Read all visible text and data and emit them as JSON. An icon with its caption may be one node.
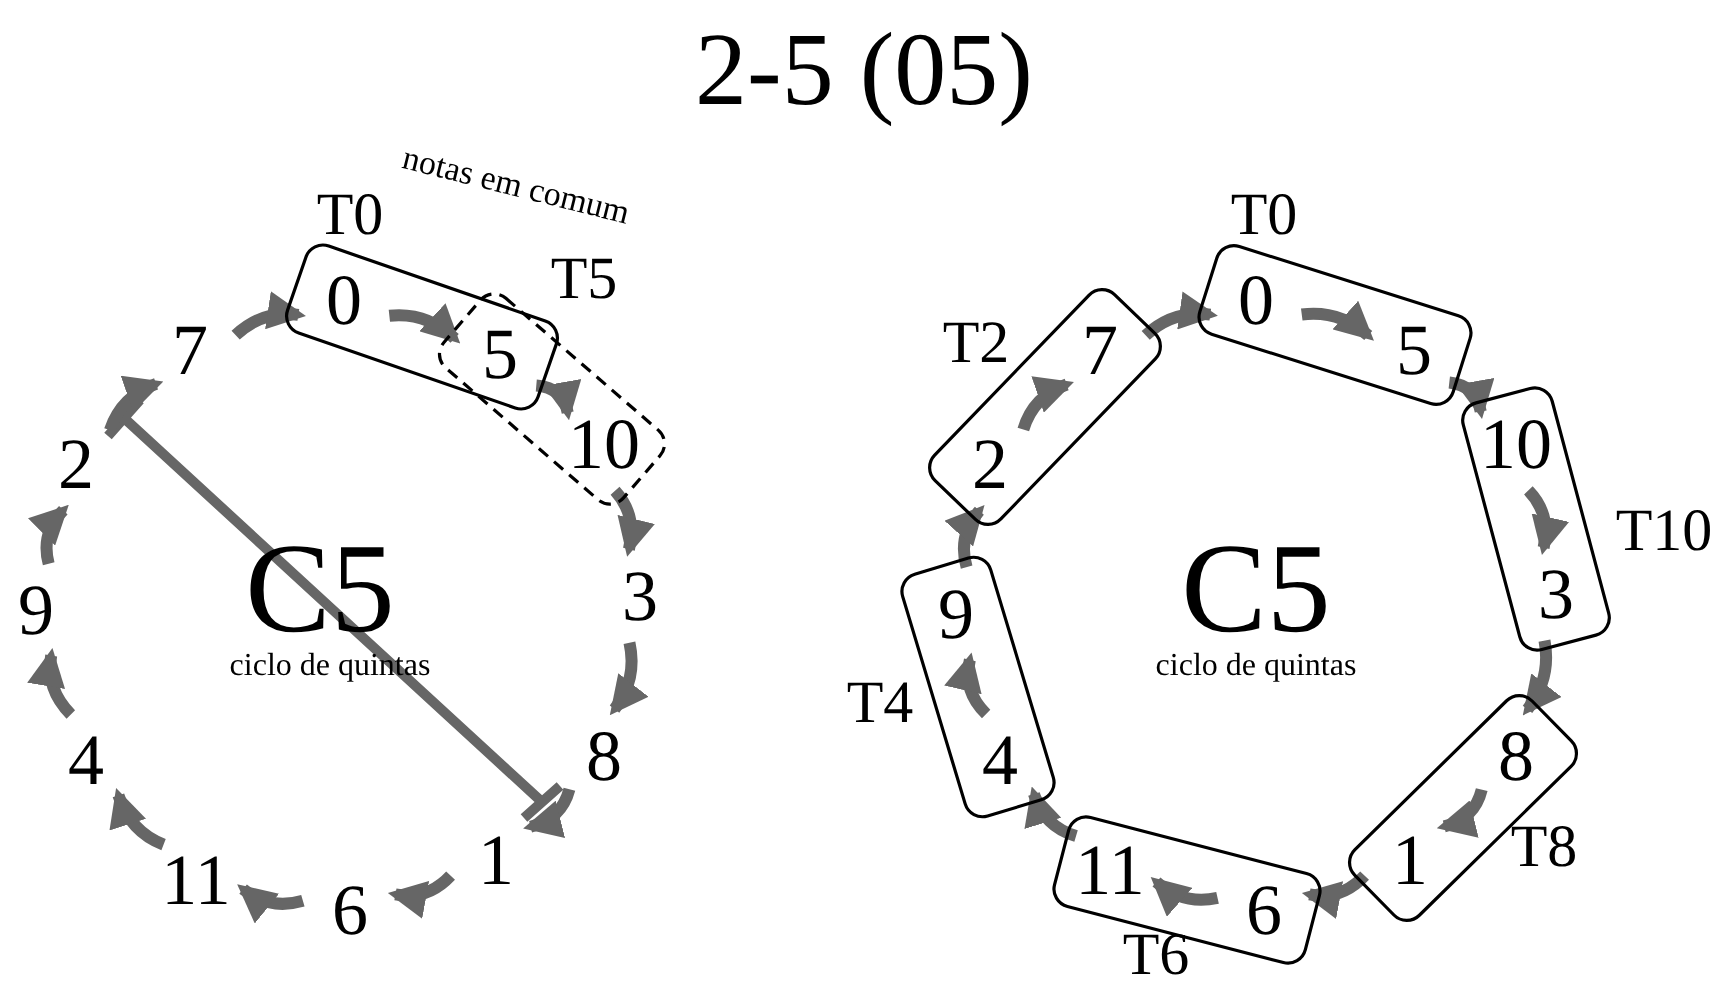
{
  "diagram": {
    "title": "2-5 (05)",
    "nodes": [
      {
        "text": [
          "T0"
        ]
      },
      {
        "text": [
          "T5"
        ]
      },
      {
        "text": [
          "0"
        ],
        "in": 0
      },
      {
        "text": [
          "5"
        ]
      },
      {
        "text": [
          "10"
        ],
        "in": 1
      },
      {
        "text": [
          "3"
        ]
      },
      {
        "text": [
          "8"
        ]
      },
      {
        "text": [
          "1"
        ]
      },
      {
        "text": [
          "6"
        ]
      },
      {
        "text": [
          "11"
        ]
      },
      {
        "text": [
          "4"
        ]
      },
      {
        "text": [
          "9"
        ]
      },
      {
        "text": [
          "2"
        ]
      },
      {
        "text": [
          "7"
        ]
      },
      {
        "text": [
          "T0"
        ]
      },
      {
        "text": [
          "T10"
        ]
      },
      {
        "text": [
          "T8"
        ]
      },
      {
        "text": [
          "T6"
        ]
      },
      {
        "text": [
          "T4"
        ]
      },
      {
        "text": [
          "T2"
        ]
      },
      {
        "text": [
          "0"
        ],
        "in": 14
      },
      {
        "text": [
          "5"
        ],
        "in": 14
      },
      {
        "text": [
          "10"
        ],
        "in": 15
      },
      {
        "text": [
          "3"
        ],
        "in": 15
      },
      {
        "text": [
          "8"
        ],
        "in": 16
      },
      {
        "text": [
          "1"
        ],
        "in": 16
      },
      {
        "text": [
          "6"
        ],
        "in": 17
      },
      {
        "text": [
          "11"
        ],
        "in": 17
      },
      {
        "text": [
          "4"
        ],
        "in": 18
      },
      {
        "text": [
          "9"
        ],
        "in": 18
      },
      {
        "text": [
          "2"
        ],
        "in": 19
      },
      {
        "text": [
          "7"
        ],
        "in": 19
      }
    ],
    "edges": [
      {
        "from": 2,
        "to": 3,
        "arrow": "to"
      },
      {
        "from": 3,
        "to": 4,
        "arrow": "to"
      },
      {
        "from": 4,
        "to": 5,
        "arrow": "to"
      },
      {
        "from": 5,
        "to": 6,
        "arrow": "to"
      },
      {
        "from": 6,
        "to": 7,
        "arrow": "to"
      },
      {
        "from": 7,
        "to": 8,
        "arrow": "to"
      },
      {
        "from": 8,
        "to": 9,
        "arrow": "to"
      },
      {
        "from": 9,
        "to": 10,
        "arrow": "to"
      },
      {
        "from": 10,
        "to": 11,
        "arrow": "to"
      },
      {
        "from": 11,
        "to": 12,
        "arrow": "to"
      },
      {
        "from": 12,
        "to": 13,
        "arrow": "to"
      },
      {
        "from": 13,
        "to": 2,
        "arrow": "to"
      },
      {
        "from": 20,
        "to": 21,
        "arrow": "to"
      },
      {
        "from": 21,
        "to": 22,
        "arrow": "to"
      },
      {
        "from": 22,
        "to": 23,
        "arrow": "to"
      },
      {
        "from": 23,
        "to": 24,
        "arrow": "to"
      },
      {
        "from": 24,
        "to": 25,
        "arrow": "to"
      },
      {
        "from": 25,
        "to": 26,
        "arrow": "to"
      },
      {
        "from": 26,
        "to": 27,
        "arrow": "to"
      },
      {
        "from": 27,
        "to": 28,
        "arrow": "to"
      },
      {
        "from": 28,
        "to": 29,
        "arrow": "to"
      },
      {
        "from": 29,
        "to": 30,
        "arrow": "to"
      },
      {
        "from": 30,
        "to": 31,
        "arrow": "to"
      },
      {
        "from": 31,
        "to": 20,
        "arrow": "to"
      }
    ],
    "labels": [
      "notas em comum",
      "C5",
      "ciclo de quintas",
      "C5",
      "ciclo de quintas"
    ]
  }
}
